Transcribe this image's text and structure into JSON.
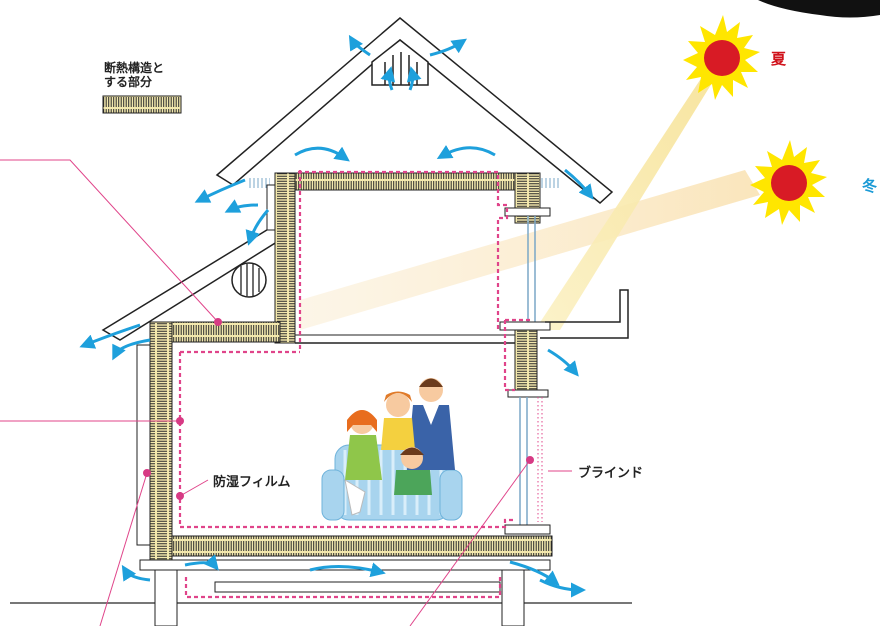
{
  "legend": {
    "line1": "断熱構造と",
    "line2": "する部分"
  },
  "labels": {
    "summer": "夏",
    "winter": "冬",
    "moisture_film": "防湿フィルム",
    "blind": "ブラインド"
  },
  "colors": {
    "summer_text": "#d0121b",
    "winter_text": "#1a9ad6",
    "airflow": "#1ea0dc",
    "leader": "#e0448a",
    "insulation": "#f2e6a8",
    "sun_rays": "#ffe600",
    "sun_core": "#d81b25"
  }
}
